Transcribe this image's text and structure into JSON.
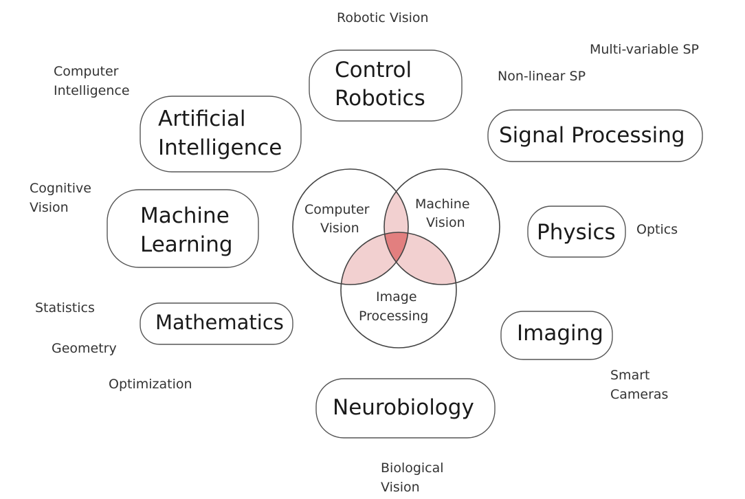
{
  "diagram": {
    "fields": [
      {
        "id": "control-robotics",
        "lines": [
          "Control",
          "Robotics"
        ]
      },
      {
        "id": "artificial-intelligence",
        "lines": [
          "Artificial",
          "Intelligence"
        ]
      },
      {
        "id": "signal-processing",
        "lines": [
          "Signal Processing"
        ]
      },
      {
        "id": "machine-learning",
        "lines": [
          "Machine",
          "Learning"
        ]
      },
      {
        "id": "physics",
        "lines": [
          "Physics"
        ]
      },
      {
        "id": "mathematics",
        "lines": [
          "Mathematics"
        ]
      },
      {
        "id": "imaging",
        "lines": [
          "Imaging"
        ]
      },
      {
        "id": "neurobiology",
        "lines": [
          "Neurobiology"
        ]
      }
    ],
    "subfields": [
      {
        "id": "robotic-vision",
        "lines": [
          "Robotic Vision"
        ]
      },
      {
        "id": "multi-variable-sp",
        "lines": [
          "Multi-variable SP"
        ]
      },
      {
        "id": "non-linear-sp",
        "lines": [
          "Non-linear SP"
        ]
      },
      {
        "id": "computer-intelligence",
        "lines": [
          "Computer",
          "Intelligence"
        ]
      },
      {
        "id": "cognitive-vision",
        "lines": [
          "Cognitive",
          "Vision"
        ]
      },
      {
        "id": "optics",
        "lines": [
          "Optics"
        ]
      },
      {
        "id": "statistics",
        "lines": [
          "Statistics"
        ]
      },
      {
        "id": "geometry",
        "lines": [
          "Geometry"
        ]
      },
      {
        "id": "optimization",
        "lines": [
          "Optimization"
        ]
      },
      {
        "id": "smart-cameras",
        "lines": [
          "Smart",
          "Cameras"
        ]
      },
      {
        "id": "biological-vision",
        "lines": [
          "Biological",
          "Vision"
        ]
      }
    ],
    "venn": [
      {
        "id": "computer-vision",
        "lines": [
          "Computer",
          "Vision"
        ]
      },
      {
        "id": "machine-vision",
        "lines": [
          "Machine",
          "Vision"
        ]
      },
      {
        "id": "image-processing",
        "lines": [
          "Image",
          "Processing"
        ]
      }
    ],
    "colors": {
      "pair_overlap": "#f2d0d0",
      "triple_overlap": "#e27f7f"
    }
  }
}
